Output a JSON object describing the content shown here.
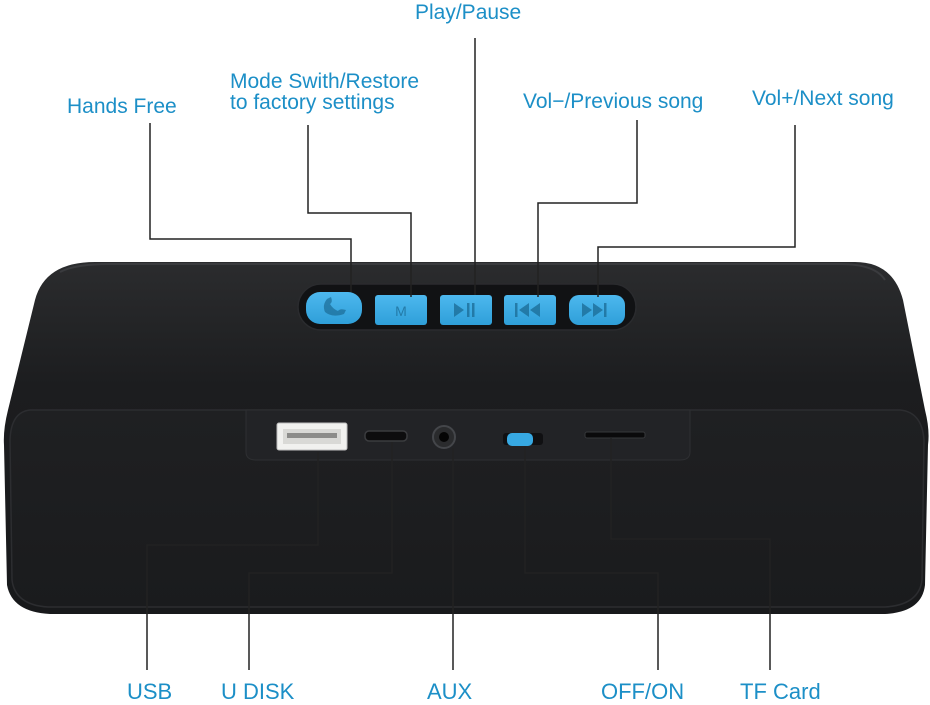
{
  "labels": {
    "play_pause": "Play/Pause",
    "mode_switch_line1": "Mode Swith/Restore",
    "mode_switch_line2": "to factory settings",
    "hands_free": "Hands Free",
    "vol_minus": "Vol−/Previous song",
    "vol_plus": "Vol+/Next song",
    "usb": "USB",
    "u_disk": "U DISK",
    "aux": "AUX",
    "off_on": "OFF/ON",
    "tf_card": "TF Card"
  },
  "colors": {
    "label_blue": "#1c8fc7",
    "button_blue": "#37a9e3",
    "body_black": "#1e1f21",
    "leader_line": "#222222"
  },
  "buttons": [
    {
      "id": "hands-free",
      "icon": "phone-icon"
    },
    {
      "id": "mode",
      "icon": "m-icon"
    },
    {
      "id": "play-pause",
      "icon": "play-pause-icon"
    },
    {
      "id": "previous",
      "icon": "previous-icon"
    },
    {
      "id": "next",
      "icon": "next-icon"
    }
  ],
  "ports": [
    {
      "id": "usb",
      "icon": "usb-port-icon"
    },
    {
      "id": "u-disk",
      "icon": "micro-usb-port-icon"
    },
    {
      "id": "aux",
      "icon": "aux-jack-icon"
    },
    {
      "id": "power",
      "icon": "power-switch-icon"
    },
    {
      "id": "tf-card",
      "icon": "tf-card-slot-icon"
    }
  ]
}
